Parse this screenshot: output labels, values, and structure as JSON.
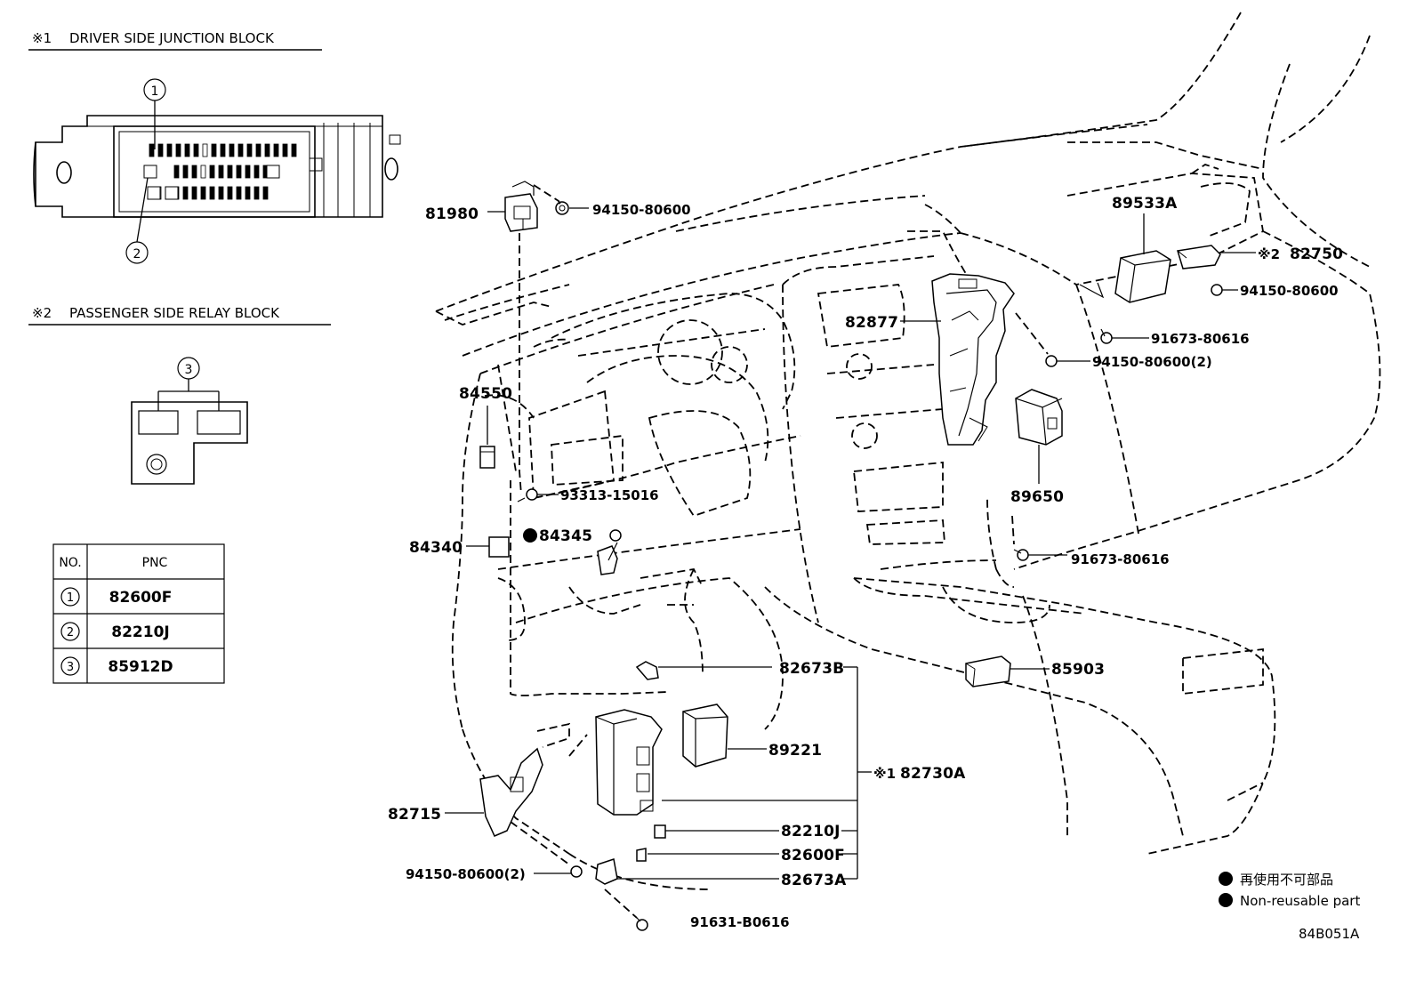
{
  "sections": {
    "driver_block": {
      "mark": "※1",
      "title": "DRIVER SIDE JUNCTION BLOCK"
    },
    "passenger_block": {
      "mark": "※2",
      "title": "PASSENGER SIDE RELAY BLOCK"
    }
  },
  "callouts": [
    "1",
    "2",
    "3"
  ],
  "pnc_table": {
    "headers": [
      "NO.",
      "PNC"
    ],
    "rows": [
      {
        "no": "1",
        "pnc": "82600F"
      },
      {
        "no": "2",
        "pnc": "82210J"
      },
      {
        "no": "3",
        "pnc": "85912D"
      }
    ]
  },
  "parts": {
    "p81980": "81980",
    "p94150_80600_top": "94150-80600",
    "p84550": "84550",
    "p93313": "93313-15016",
    "p84340": "84340",
    "p84345": "84345",
    "p82877": "82877",
    "p89533A": "89533A",
    "p82750_mark": "※2",
    "p82750": "82750",
    "p94150_80600_right": "94150-80600",
    "p91673_a": "91673-80616",
    "p94150_80600_2": "94150-80600(2)",
    "p89650": "89650",
    "p91673_b": "91673-80616",
    "p85903": "85903",
    "p82673B": "82673B",
    "p89221": "89221",
    "p82730A_mark": "※1",
    "p82730A": "82730A",
    "p82715": "82715",
    "p82210J": "82210J",
    "p82600F": "82600F",
    "p82673A": "82673A",
    "p94150_80600_left": "94150-80600(2)",
    "p91631": "91631-B0616"
  },
  "legend": {
    "jp": "再使用不可部品",
    "en": "Non-reusable part"
  },
  "diagram_id": "84B051A"
}
